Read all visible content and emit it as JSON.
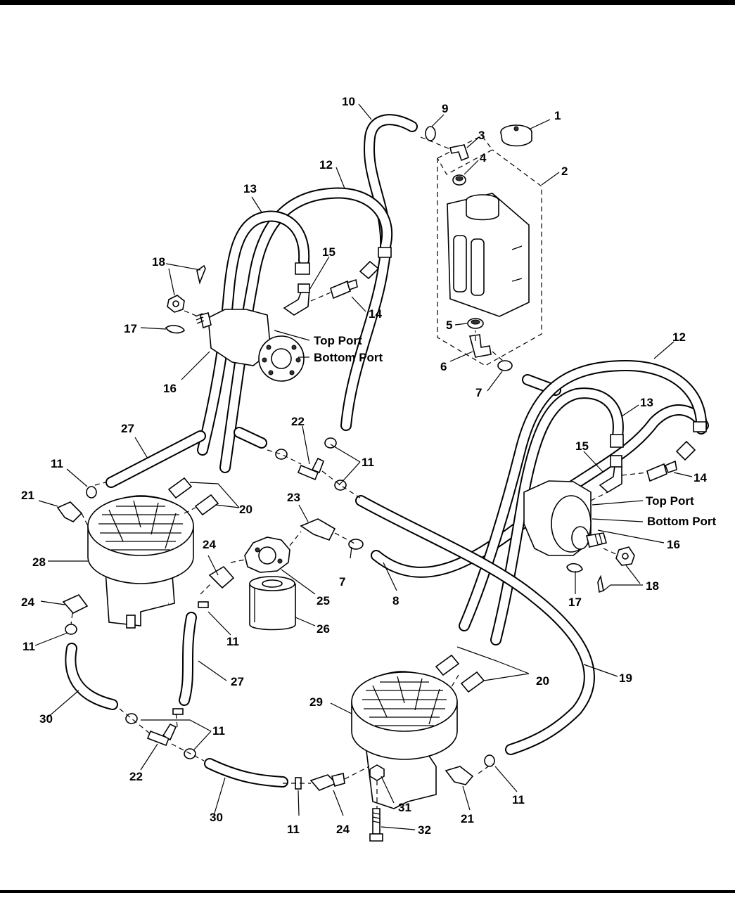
{
  "diagram": {
    "callouts": {
      "c1": "1",
      "c2": "2",
      "c3": "3",
      "c4": "4",
      "c5": "5",
      "c6": "6",
      "c7a": "7",
      "c7b": "7",
      "c8": "8",
      "c9": "9",
      "c10": "10",
      "c11a": "11",
      "c11b": "11",
      "c11c": "11",
      "c11d": "11",
      "c11e": "11",
      "c11f": "11",
      "c11g": "11",
      "c11h": "11",
      "c12a": "12",
      "c12b": "12",
      "c13a": "13",
      "c13b": "13",
      "c14a": "14",
      "c14b": "14",
      "c15a": "15",
      "c15b": "15",
      "c16a": "16",
      "c16b": "16",
      "c17a": "17",
      "c17b": "17",
      "c18a": "18",
      "c18b": "18",
      "c19": "19",
      "c20a": "20",
      "c20b": "20",
      "c21a": "21",
      "c21b": "21",
      "c22a": "22",
      "c22b": "22",
      "c23": "23",
      "c24a": "24",
      "c24b": "24",
      "c24c": "24",
      "c25": "25",
      "c26": "26",
      "c27a": "27",
      "c27b": "27",
      "c28": "28",
      "c29": "29",
      "c30a": "30",
      "c30b": "30",
      "c31": "31",
      "c32": "32"
    },
    "ports": {
      "top_port_left": "Top Port",
      "bottom_port_left": "Bottom Port",
      "top_port_right": "Top Port",
      "bottom_port_right": "Bottom Port"
    }
  }
}
